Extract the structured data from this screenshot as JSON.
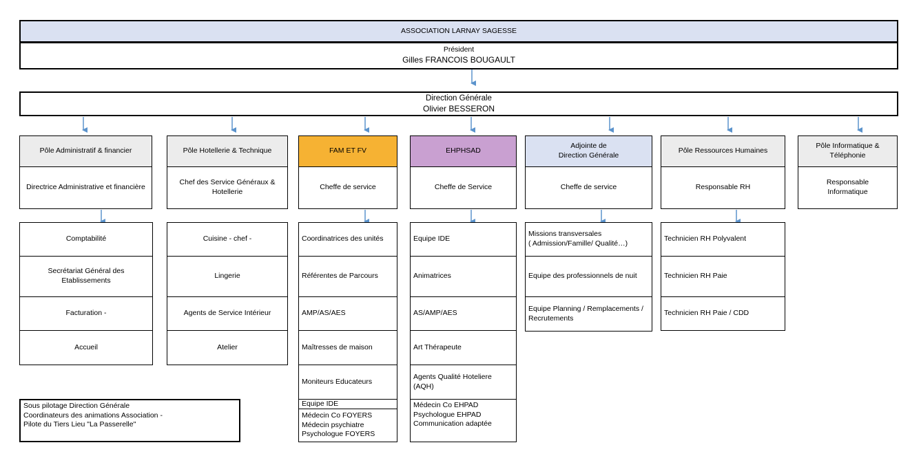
{
  "association": "ASSOCIATION LARNAY SAGESSE",
  "president": {
    "title": "Président",
    "name": "Gilles FRANCOIS BOUGAULT"
  },
  "direction": {
    "title": "Direction Générale",
    "name": "Olivier BESSERON"
  },
  "colors": {
    "association_bg": "#dae1f2",
    "grey_header": "#ececec",
    "fam_header": "#f6b233",
    "ehpad_header": "#c9a0d1",
    "adjointe_header": "#dae1f2",
    "arrow": "#5b93cc"
  },
  "poles": [
    {
      "header": "Pôle Administratif & financier",
      "role": "Directrice Administrative et financière",
      "items": [
        "Comptabilité",
        "Secrétariat Général des Etablissements",
        "Facturation -",
        "Accueil"
      ]
    },
    {
      "header": "Pôle Hotellerie & Technique",
      "role": "Chef des Service Généraux & Hotellerie",
      "items": [
        "Cuisine - chef -",
        "Lingerie",
        "Agents de Service Intérieur",
        "Atelier"
      ]
    },
    {
      "header": "FAM ET FV",
      "role": "Cheffe de service",
      "items": [
        "Coordinatrices des unités",
        "Référentes de Parcours",
        "AMP/AS/AES",
        "Maîtresses de maison",
        "Moniteurs Educateurs",
        "Equipe IDE"
      ],
      "extra": [
        "Médecin Co FOYERS",
        "Médecin psychiatre",
        "Psychologue FOYERS"
      ]
    },
    {
      "header": "EHPHSAD",
      "role": "Cheffe de Service",
      "items": [
        "Equipe IDE",
        "Animatrices",
        "AS/AMP/AES",
        "Art Thérapeute",
        "Agents  Qualité Hoteliere (AQH)"
      ],
      "extra": [
        "Médecin Co EHPAD",
        "Psychologue EHPAD",
        "Communication adaptée"
      ]
    },
    {
      "header_l1": "Adjointe de",
      "header_l2": "Direction Générale",
      "role": "Cheffe de service",
      "items_l1": "Missions transversales",
      "items_l2": "( Admission/Famille/ Qualité…)",
      "item2": "Equipe des professionnels de nuit",
      "item3": "Equipe Planning / Remplacements / Recrutements"
    },
    {
      "header": "Pôle Ressources Humaines",
      "role": "Responsable RH",
      "items": [
        "Technicien RH Polyvalent",
        "Technicien RH Paie",
        "Technicien RH Paie / CDD"
      ]
    },
    {
      "header_l1": "Pôle Informatique &",
      "header_l2": "Téléphonie",
      "role_l1": "Responsable",
      "role_l2": "Informatique"
    }
  ],
  "note": [
    "Sous pilotage Direction Générale",
    "Coordinateurs des animations Association -",
    " Pilote du Tiers Lieu \"La Passerelle\""
  ]
}
